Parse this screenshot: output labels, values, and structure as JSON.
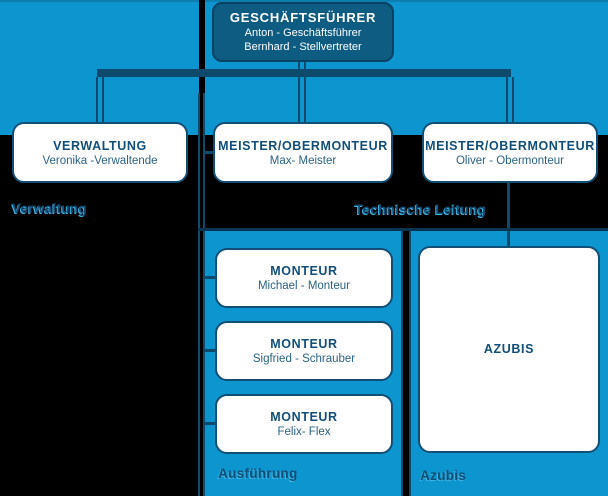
{
  "colors": {
    "background": "#000000",
    "region_blue": "#0d95d0",
    "region_top_edge": "#0d7fae",
    "connector_navy": "#0e4a6c",
    "top_box_fill": "#0e5c82",
    "box_border": "#134e74",
    "box_title_text": "#114f7a",
    "box_subtitle_text": "#2c6384",
    "label_text": "#0e4e76",
    "label_highlight": "#45b4e2",
    "top_box_text": "#ffffff"
  },
  "top_box": {
    "title": "GESCHÄFTSFÜHRER",
    "line1": "Anton - Geschäftsführer",
    "line2": "Bernhard - Stellvertreter"
  },
  "regions": {
    "verwaltung": {
      "label": "Verwaltung",
      "box": {
        "title": "VERWALTUNG",
        "subtitle": "Veronika -Verwaltende"
      }
    },
    "technische_leitung": {
      "label": "Technische Leitung",
      "boxes": [
        {
          "title": "MEISTER/OBERMONTEUR",
          "subtitle": "Max- Meister"
        },
        {
          "title": "MEISTER/OBERMONTEUR",
          "subtitle": "Oliver - Obermonteur"
        }
      ]
    },
    "ausfuehrung": {
      "label": "Ausführung",
      "boxes": [
        {
          "title": "MONTEUR",
          "subtitle": "Michael - Monteur"
        },
        {
          "title": "MONTEUR",
          "subtitle": "Sigfried - Schrauber"
        },
        {
          "title": "MONTEUR",
          "subtitle": "Felix- Flex"
        }
      ]
    },
    "azubis": {
      "label": "Azubis",
      "box": {
        "title": "AZUBIS"
      }
    }
  }
}
